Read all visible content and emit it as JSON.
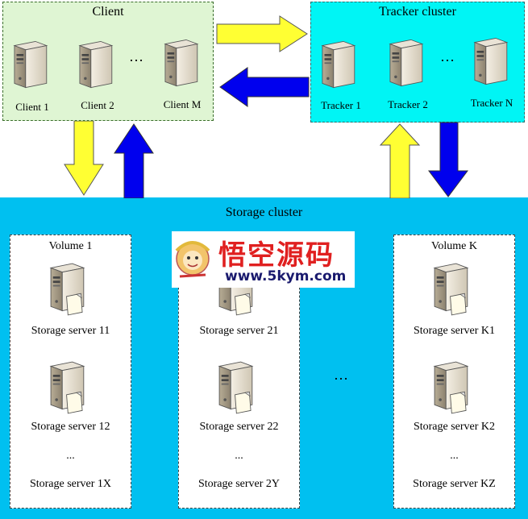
{
  "client": {
    "title": "Client",
    "items": [
      "Client 1",
      "Client 2",
      "Client M"
    ],
    "ellipsis": "…"
  },
  "tracker": {
    "title": "Tracker cluster",
    "items": [
      "Tracker 1",
      "Tracker 2",
      "Tracker N"
    ],
    "ellipsis": "…"
  },
  "storage": {
    "title": "Storage cluster",
    "middle_ellipsis": "…",
    "volumes": [
      {
        "title": "Volume 1",
        "servers": [
          "Storage server 11",
          "Storage server 12"
        ],
        "ellipsis": "...",
        "last": "Storage server 1X"
      },
      {
        "title": "",
        "servers": [
          "Storage server 21",
          "Storage server 22"
        ],
        "ellipsis": "...",
        "last": "Storage server 2Y"
      },
      {
        "title": "Volume K",
        "servers": [
          "Storage server K1",
          "Storage server K2"
        ],
        "ellipsis": "...",
        "last": "Storage server KZ"
      }
    ]
  },
  "watermark": {
    "text": "悟空源码",
    "url": "www.5kym.com"
  },
  "colors": {
    "client_bg": "#dff5d3",
    "tracker_bg": "#00f5f5",
    "storage_bg": "#00c0f0",
    "arrow_yellow": "#ffff33",
    "arrow_blue": "#0000ee"
  }
}
